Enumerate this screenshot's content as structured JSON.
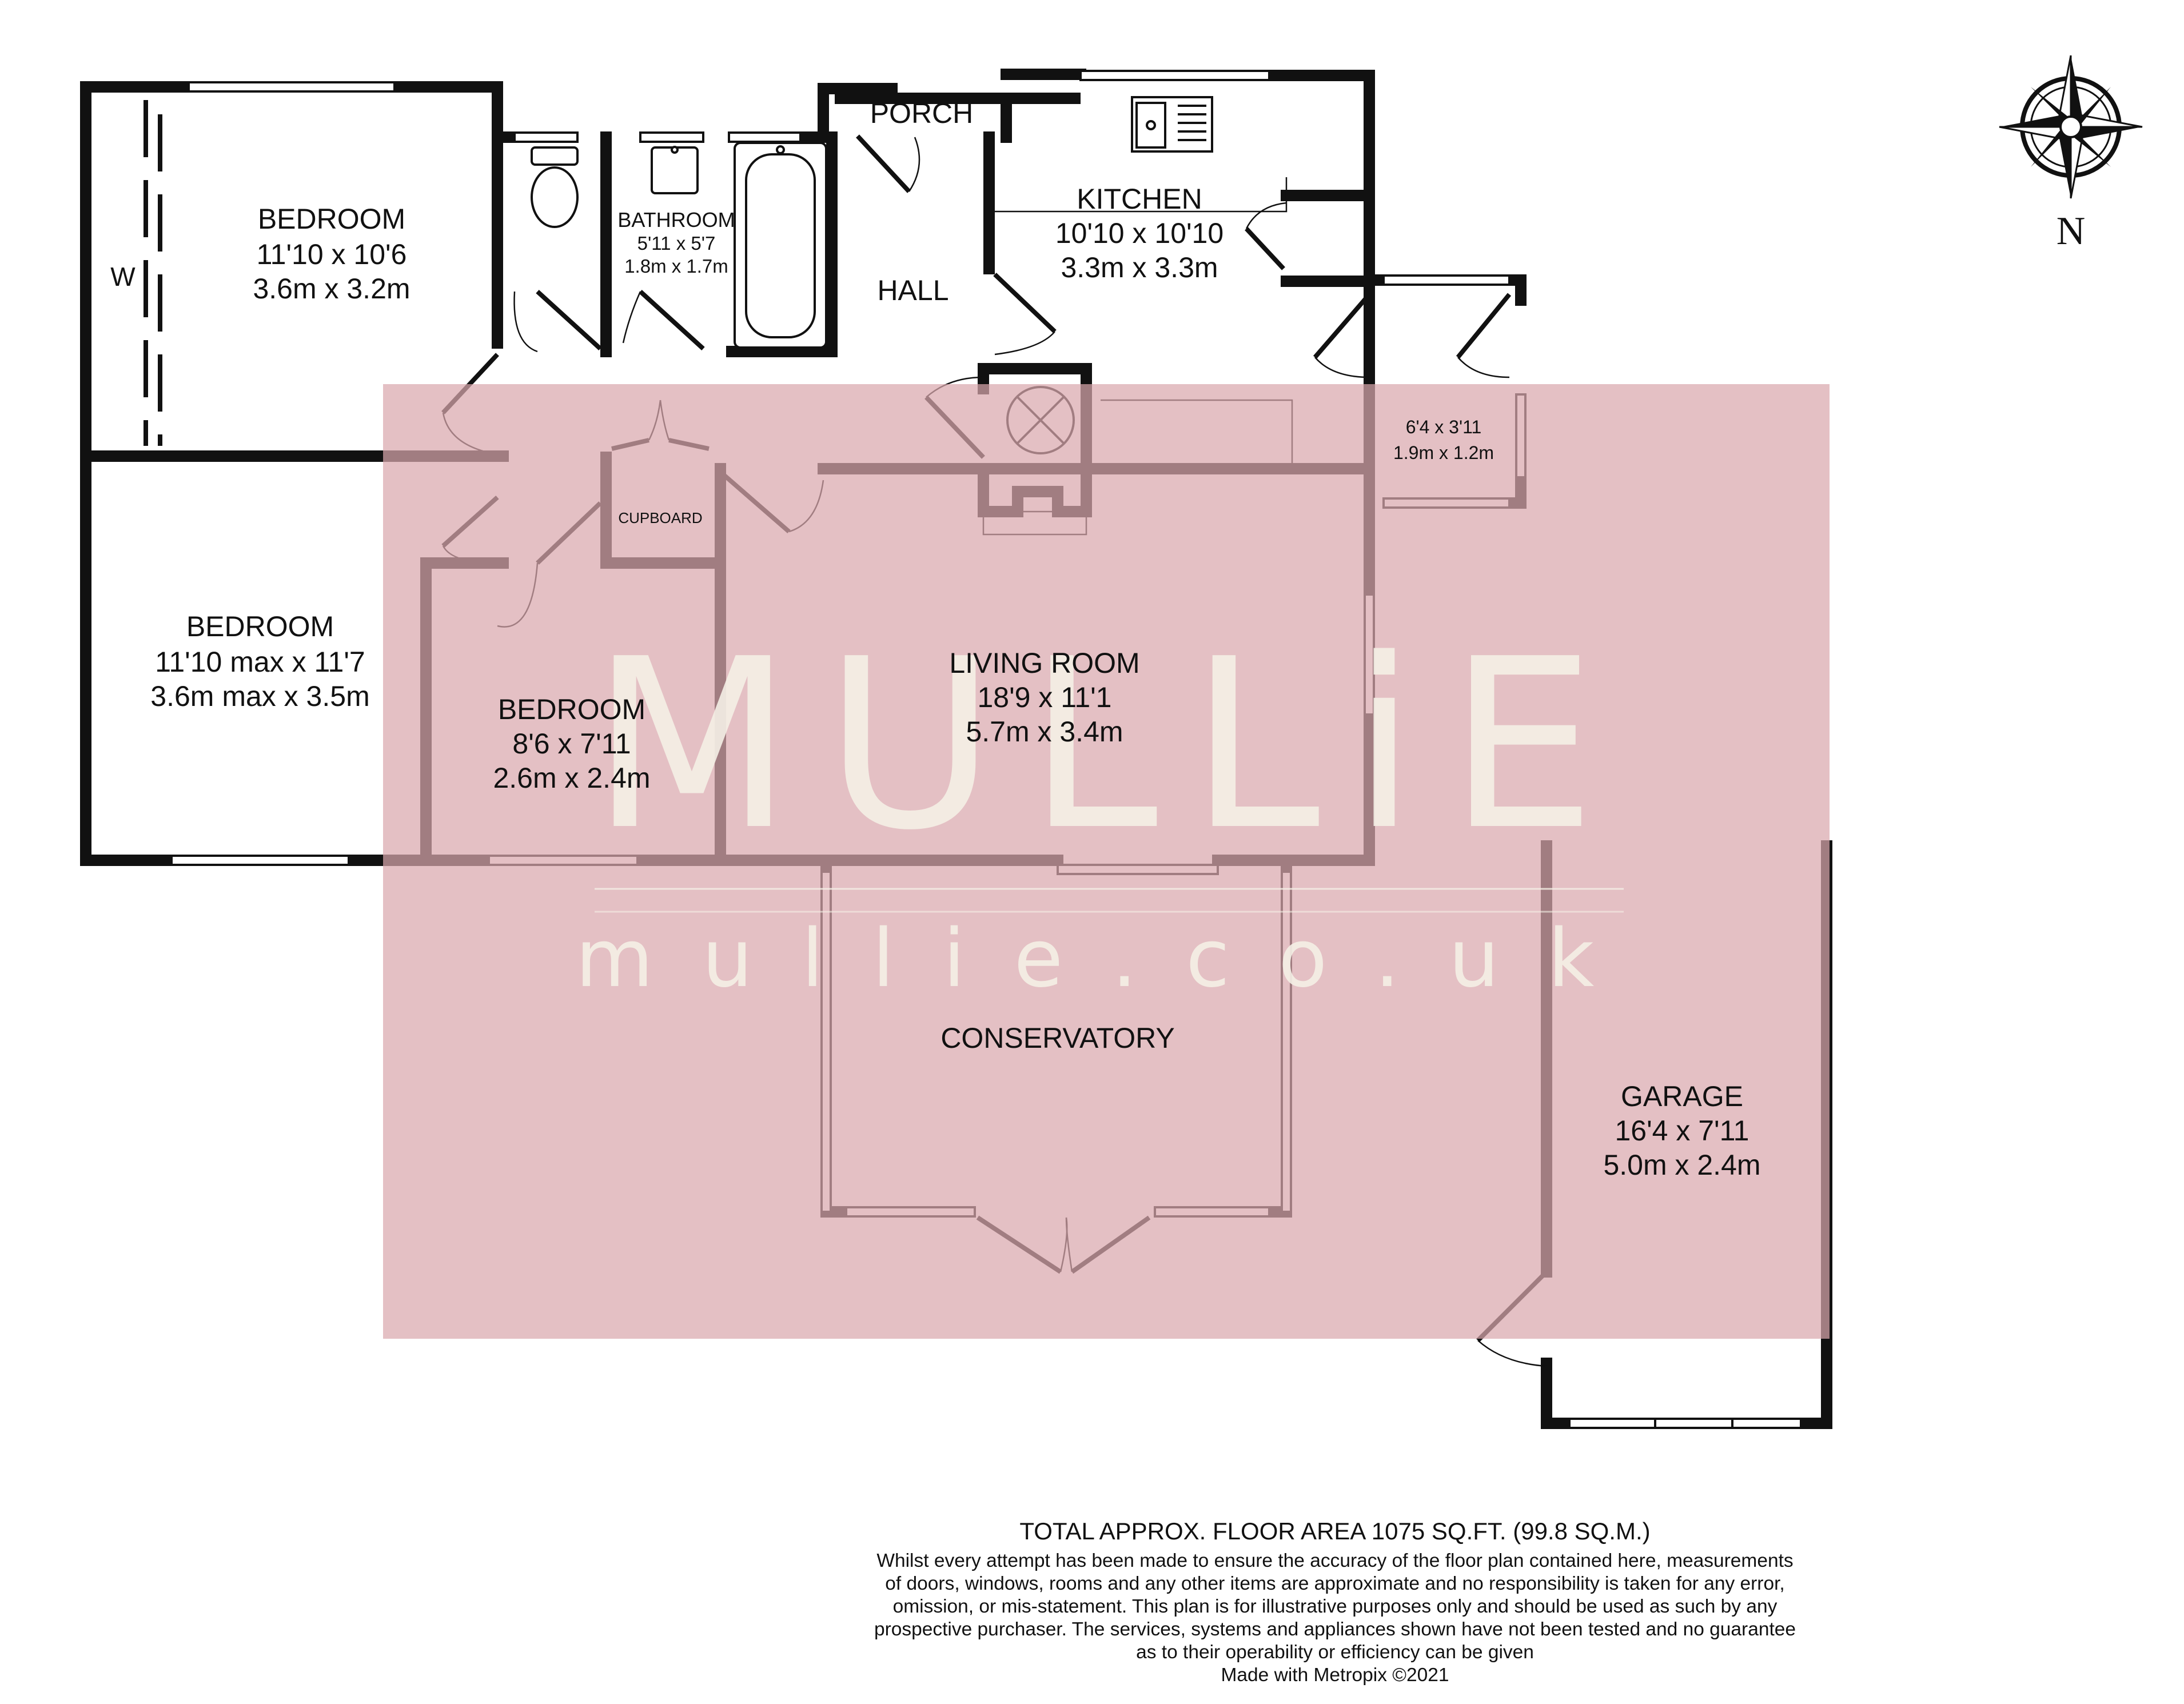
{
  "rooms": {
    "bedroom1": {
      "name": "BEDROOM",
      "imperial": "11'10 x 10'6",
      "metric": "3.6m x 3.2m"
    },
    "wardrobe": {
      "name": "W"
    },
    "bathroom": {
      "name": "BATHROOM",
      "imperial": "5'11 x 5'7",
      "metric": "1.8m x 1.7m"
    },
    "porch": {
      "name": "PORCH"
    },
    "hall": {
      "name": "HALL"
    },
    "kitchen": {
      "name": "KITCHEN",
      "imperial": "10'10 x 10'10",
      "metric": "3.3m x 3.3m"
    },
    "utility": {
      "imperial": "6'4 x 3'11",
      "metric": "1.9m x 1.2m"
    },
    "cupboard": {
      "name": "CUPBOARD"
    },
    "bedroom2": {
      "name": "BEDROOM",
      "imperial": "11'10 max x 11'7",
      "metric": "3.6m max x 3.5m"
    },
    "bedroom3": {
      "name": "BEDROOM",
      "imperial": "8'6 x 7'11",
      "metric": "2.6m x 2.4m"
    },
    "living_room": {
      "name": "LIVING ROOM",
      "imperial": "18'9 x 11'1",
      "metric": "5.7m x 3.4m"
    },
    "conservatory": {
      "name": "CONSERVATORY"
    },
    "garage": {
      "name": "GARAGE",
      "imperial": "16'4 x 7'11",
      "metric": "5.0m x 2.4m"
    }
  },
  "compass": {
    "label": "N"
  },
  "watermark": {
    "brand": "MULLiE",
    "url": "mullie.co.uk",
    "color": "#d9a8ad"
  },
  "colors": {
    "wall": "#111111",
    "fill": "#ffffff"
  },
  "footer": {
    "total_area": "TOTAL APPROX. FLOOR AREA 1075 SQ.FT. (99.8 SQ.M.)",
    "disclaimer_lines": [
      "Whilst every attempt has been made to ensure the accuracy of the floor plan contained here, measurements",
      "of doors, windows, rooms and any other items are approximate and no responsibility is taken for any error,",
      "omission, or mis-statement. This plan is for illustrative purposes only and should be used as such by any",
      "prospective purchaser. The services, systems and appliances shown have not been tested and no guarantee",
      "as to their operability or efficiency can be given"
    ],
    "made_with": "Made with Metropix ©2021"
  }
}
